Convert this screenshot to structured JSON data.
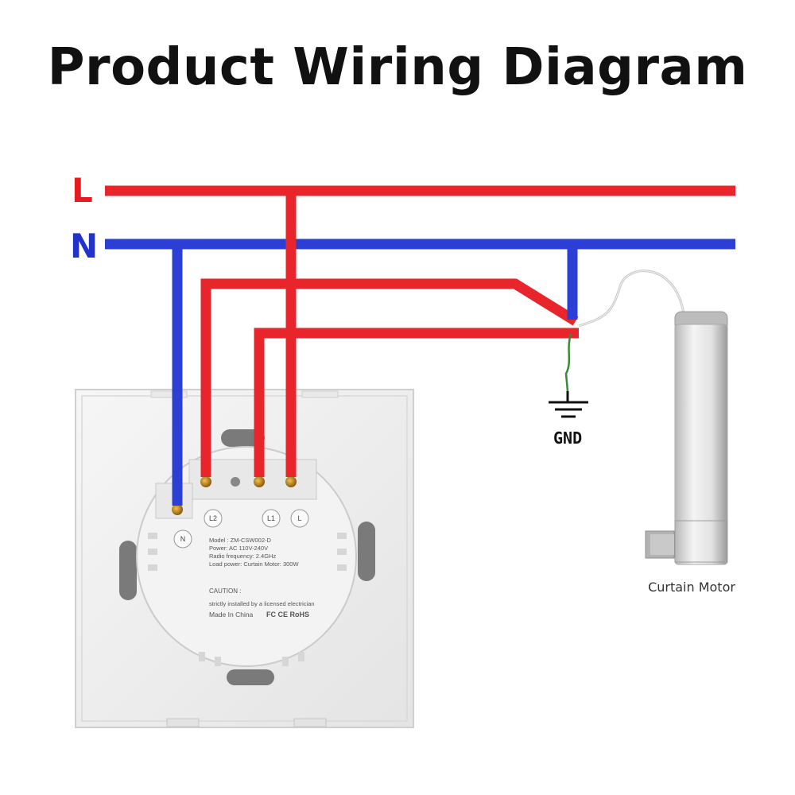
{
  "title": "Product Wiring Diagram",
  "labels": {
    "live": "L",
    "neutral": "N",
    "ground": "GND",
    "motor_caption": "Curtain Motor"
  },
  "colors": {
    "live": "#e8252b",
    "neutral": "#2b3fd6",
    "live_label": "#e41b23",
    "neutral_label": "#2233cc"
  },
  "switch": {
    "terminals": [
      "N",
      "L2",
      "L1",
      "L"
    ],
    "model": "Model : ZM-CSW002-D",
    "power": "Power: AC 110V-240V",
    "radio": "Radio frequency: 2.4GHz",
    "load": "Load power: Curtain Motor:  300W",
    "caution_title": "CAUTION :",
    "caution_text": "strictly installed by a licensed electrician",
    "made_in": "Made In China",
    "certs": "FC CE RoHS"
  }
}
